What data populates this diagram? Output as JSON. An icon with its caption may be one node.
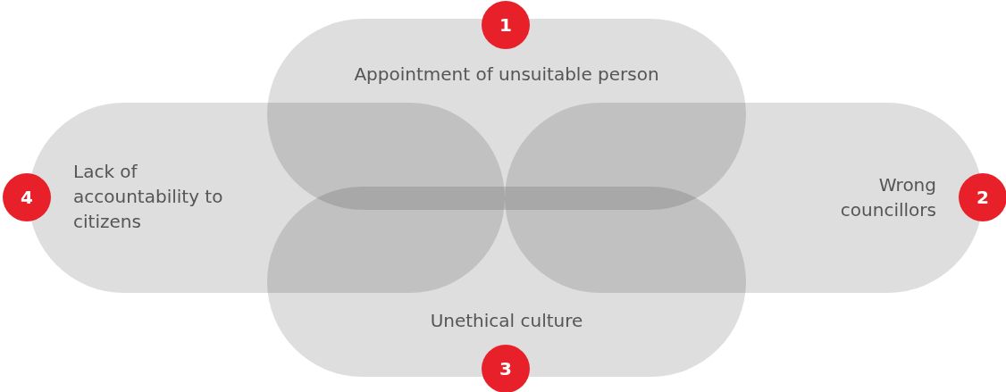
{
  "diagram": {
    "nodes": [
      {
        "text": [
          "1"
        ]
      },
      {
        "text": [
          "Appointment of unsuitable person"
        ]
      },
      {
        "text": [
          "4"
        ]
      },
      {
        "text": [
          "Lack of accountability to citizens"
        ]
      },
      {
        "text": [
          "Wrong councillors"
        ]
      },
      {
        "text": [
          "2"
        ]
      },
      {
        "text": [
          "Unethical culture"
        ]
      },
      {
        "text": [
          "3"
        ]
      }
    ]
  }
}
